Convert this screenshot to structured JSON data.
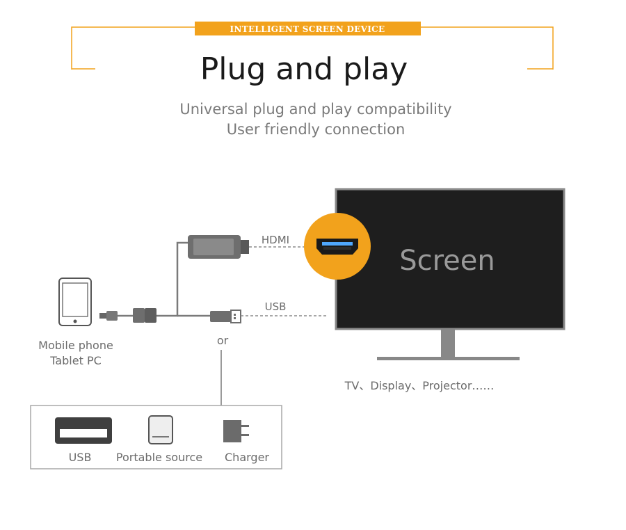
{
  "header": {
    "badge": "INTELLIGENT SCREEN DEVICE",
    "title": "Plug and play",
    "subtitle_1": "Universal plug and play compatibility",
    "subtitle_2": "User friendly connection"
  },
  "diagram": {
    "source_device_label_1": "Mobile phone",
    "source_device_label_2": "Tablet PC",
    "hdmi_label": "HDMI",
    "usb_label": "USB",
    "or_label": "or",
    "screen_text": "Screen",
    "targets_label": "TV、Display、Projector……",
    "power_options": [
      {
        "label": "USB",
        "icon": "usb-port-icon"
      },
      {
        "label": "Portable source",
        "icon": "power-bank-icon"
      },
      {
        "label": "Charger",
        "icon": "wall-charger-icon"
      }
    ]
  },
  "colors": {
    "accent": "#f2a21c",
    "screen": "#1e1e1e",
    "screen_frame": "#8a8a8a",
    "text_gray": "#6b6b6b",
    "cable": "#7a7a7a"
  }
}
